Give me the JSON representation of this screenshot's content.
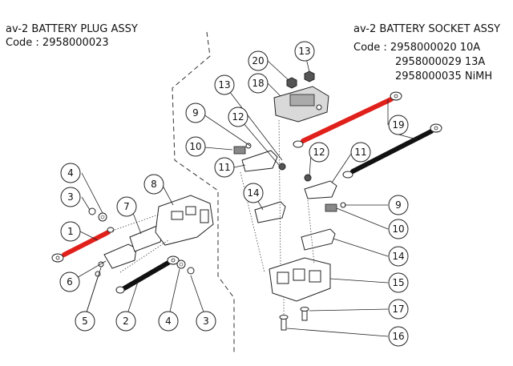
{
  "plug": {
    "title": "av-2 BATTERY PLUG ASSY",
    "code": "Code : 2958000023"
  },
  "socket": {
    "title": "av-2 BATTERY SOCKET ASSY",
    "code_line1": "Code : 2958000020 10A",
    "code_line2": "2958000029 13A",
    "code_line3": "2958000035 NiMH"
  },
  "callouts": {
    "c1": "1",
    "c2": "2",
    "c3a": "3",
    "c3b": "3",
    "c4a": "4",
    "c4b": "4",
    "c5": "5",
    "c6": "6",
    "c7": "7",
    "c8": "8",
    "c9a": "9",
    "c9b": "9",
    "c10a": "10",
    "c10b": "10",
    "c11a": "11",
    "c11b": "11",
    "c12a": "12",
    "c12b": "12",
    "c13a": "13",
    "c13b": "13",
    "c14a": "14",
    "c14b": "14",
    "c15": "15",
    "c16": "16",
    "c17": "17",
    "c18": "18",
    "c19": "19",
    "c20": "20"
  },
  "colors": {
    "red_cable": "#e0201b",
    "black_cable": "#111111"
  }
}
